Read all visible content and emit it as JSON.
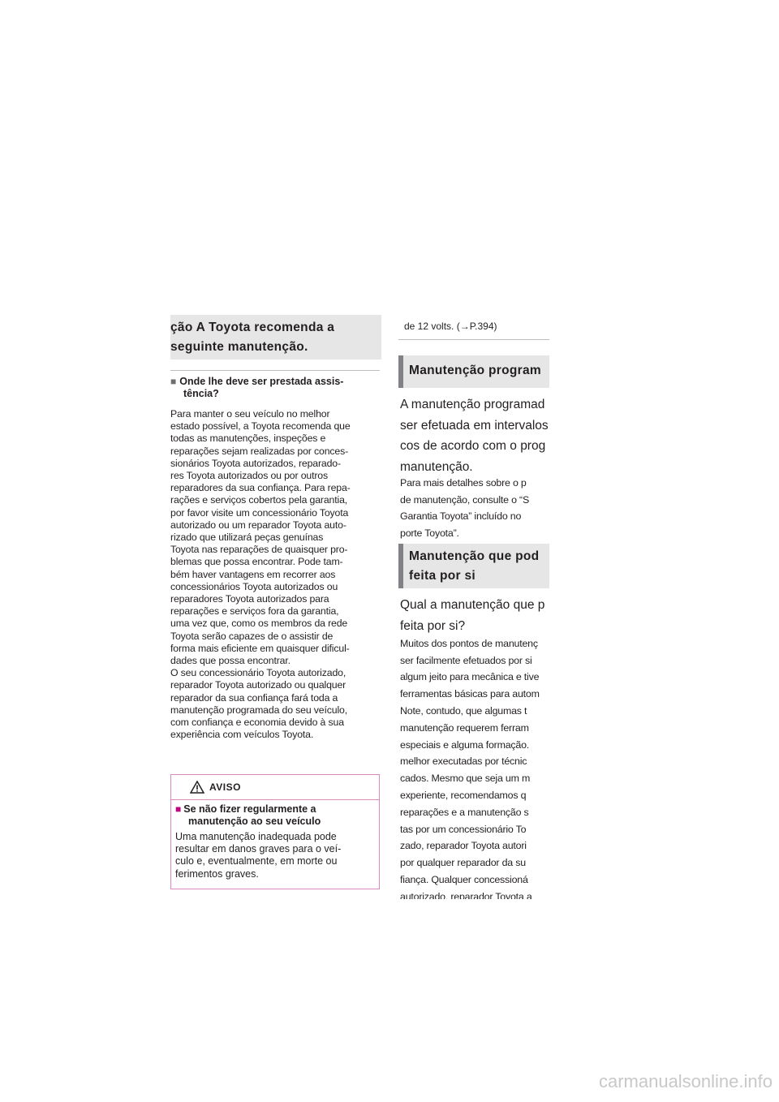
{
  "left": {
    "heading_lines": "ção A Toyota recomenda a\nseguinte manutenção.",
    "subhead_bullet": "■",
    "subhead_line1": "Onde lhe deve ser prestada assis-",
    "subhead_line2": "tência?",
    "body_lines": [
      "Para manter o seu veículo no melhor",
      "estado possível, a Toyota recomenda que",
      "todas as manutenções, inspeções e",
      "reparações sejam realizadas por conces-",
      "sionários Toyota autorizados, reparado-",
      "res Toyota autorizados ou por outros",
      "reparadores da sua confiança. Para repa-",
      "rações e serviços cobertos pela garantia,",
      "por favor visite um concessionário Toyota",
      "autorizado ou um reparador Toyota auto-",
      "rizado que utilizará peças genuínas",
      "Toyota nas reparações de quaisquer pro-",
      "blemas que possa encontrar. Pode tam-",
      "bém haver vantagens em recorrer aos",
      "concessionários Toyota autorizados ou",
      "reparadores Toyota autorizados para",
      "reparações e serviços fora da garantia,",
      "uma vez que, como os membros da rede",
      "Toyota serão capazes de o assistir de",
      "forma mais eficiente em quaisquer dificul-",
      "dades que possa encontrar.",
      "O seu concessionário Toyota autorizado,",
      "reparador Toyota autorizado ou qualquer",
      "reparador da sua confiança fará toda a",
      "manutenção programada do seu veículo,",
      "com confiança e economia devido à sua",
      "experiência com veículos Toyota."
    ],
    "warning": {
      "label": "AVISO",
      "icon": "warning-triangle-icon",
      "sub_bullet": "■",
      "sub_line1": "Se não fizer regularmente a",
      "sub_line2": "manutenção ao seu veículo",
      "body_lines": [
        "Uma manutenção inadequada pode",
        "resultar em danos graves para o veí-",
        "culo e, eventualmente, em morte ou",
        "ferimentos graves."
      ]
    }
  },
  "right": {
    "ref_prefix": "de 12 volts. (",
    "ref_arrow": "→",
    "ref_page": "P.394)",
    "section1_title": "Manutenção program",
    "section1_lead": [
      "A manutenção programad",
      "ser efetuada em intervalos",
      "cos de acordo com o prog",
      "manutenção."
    ],
    "section1_small": [
      "Para mais detalhes sobre o p",
      "de manutenção, consulte o “S",
      "Garantia Toyota” incluído no",
      "porte Toyota”."
    ],
    "section2_title_lines": [
      "Manutenção que pod",
      "feita por si"
    ],
    "section2_lead": [
      "Qual a manutenção que p",
      "feita por si?"
    ],
    "section2_small_a": [
      "Muitos dos pontos de manutenç",
      "ser facilmente efetuados por si",
      "algum jeito para mecânica e tive",
      "ferramentas básicas para autom"
    ],
    "section2_small_b": [
      "Note, contudo, que algumas t",
      "manutenção requerem ferram",
      "especiais e alguma formação.",
      "melhor executadas por técnic",
      "cados. Mesmo que seja um m",
      "experiente, recomendamos q",
      "reparações e a manutenção s",
      "tas por um concessionário To",
      "zado, reparador Toyota autori",
      "por qualquer reparador da su",
      "fiança. Qualquer concessioná",
      "autorizado, reparador Toyota a"
    ]
  },
  "watermark": "carmanualsonline.info"
}
